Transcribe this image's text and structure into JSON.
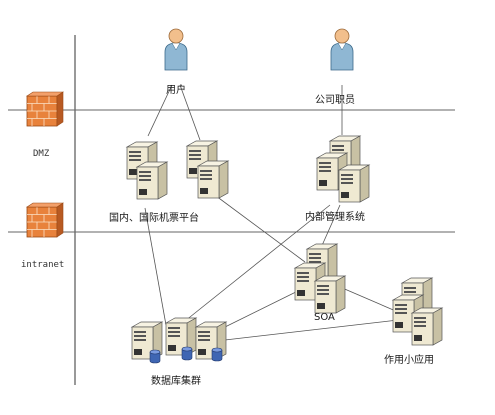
{
  "zones": {
    "dmz": "DMZ",
    "intranet": "intranet"
  },
  "nodes": {
    "user": "用户",
    "staff": "公司职员",
    "ticketing": "国内、国际机票平台",
    "internal": "内部管理系统",
    "soa": "SOA",
    "apps": "作用小应用",
    "db": "数据库集群"
  },
  "icons": {
    "person": "person-icon",
    "server": "server-icon",
    "database": "database-icon",
    "firewall": "firewall-icon"
  },
  "colors": {
    "person_body": "#8fb7d3",
    "person_head": "#f2bf8c",
    "server_front": "#efe9d2",
    "server_side": "#c8c1a4",
    "firewall": "#e8823c",
    "line": "#555555",
    "database": "#3f66b3"
  }
}
